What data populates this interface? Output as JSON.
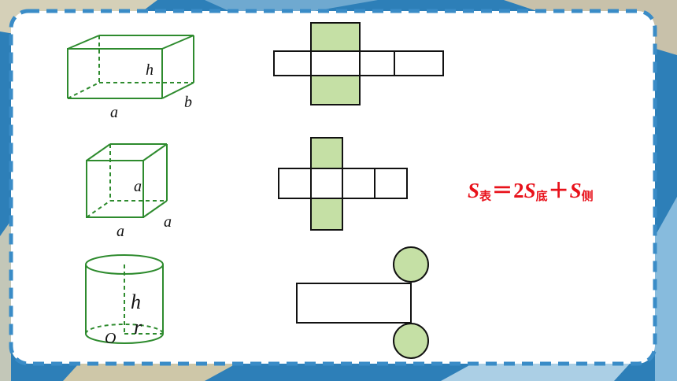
{
  "colors": {
    "background": "#2d7fb8",
    "card": "#ffffff",
    "border_dash": "#3a8cc7",
    "solid_edge": "#2e8b2e",
    "net_highlight": "#c5e0a5",
    "formula": "#e8121b"
  },
  "figures": {
    "cuboid": {
      "labels": {
        "height": "h",
        "length": "a",
        "width": "b"
      }
    },
    "cube": {
      "labels": {
        "height": "a",
        "length": "a",
        "width": "a"
      }
    },
    "cylinder": {
      "labels": {
        "height": "h",
        "radius": "r",
        "center": "O"
      }
    }
  },
  "nets": {
    "cuboid_net": {
      "highlighted_faces": 2,
      "strip_faces": 4
    },
    "cube_net": {
      "highlighted_faces": 2,
      "strip_faces": 4
    },
    "cylinder_net": {
      "circles": 2,
      "rectangles": 1
    }
  },
  "formula": {
    "lhs_var": "S",
    "lhs_sub": "表",
    "equals": "＝",
    "coef": "2",
    "term1_var": "S",
    "term1_sub": "底",
    "plus": "＋",
    "term2_var": "S",
    "term2_sub": "侧"
  }
}
